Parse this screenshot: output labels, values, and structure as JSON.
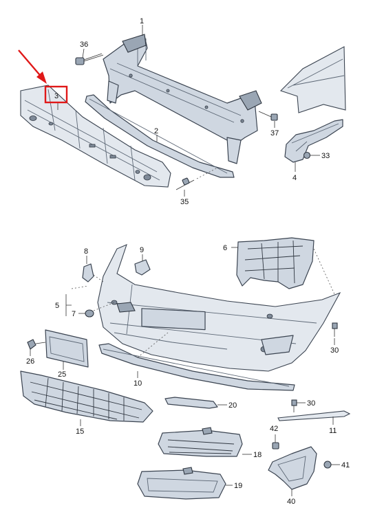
{
  "labels": {
    "p1": "1",
    "p2": "2",
    "p3": "3",
    "p4": "4",
    "p5": "5",
    "p6": "6",
    "p7": "7",
    "p8": "8",
    "p9": "9",
    "p10": "10",
    "p11": "11",
    "p15": "15",
    "p18": "18",
    "p19": "19",
    "p20": "20",
    "p25": "25",
    "p26": "26",
    "p30a": "30",
    "p30b": "30",
    "p33": "33",
    "p35": "35",
    "p36": "36",
    "p37": "37",
    "p40": "40",
    "p41": "41",
    "p42": "42"
  },
  "highlight": {
    "part": "3",
    "color": "#e01818"
  }
}
